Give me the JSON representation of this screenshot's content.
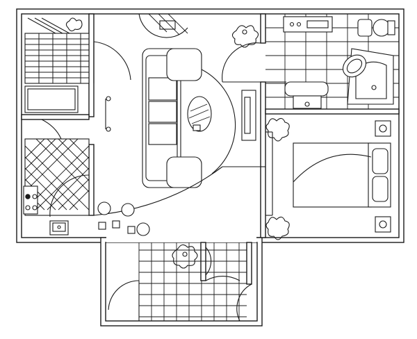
{
  "plan": {
    "style": "black line drawing on white",
    "colors": {
      "line": "#1a1a1a",
      "background": "#ffffff"
    },
    "rooms": [
      "living-room",
      "kitchen",
      "storage-room",
      "bathroom",
      "bedroom",
      "hallway",
      "balcony"
    ],
    "furniture": [
      "sofa",
      "oval-coffee-table",
      "tv-stand",
      "bed",
      "nightstands",
      "bookshelf",
      "kitchen-counter",
      "stove",
      "sink",
      "bathtub",
      "toilet",
      "washbasin",
      "washing-machine",
      "dining-stools",
      "potted-plants"
    ]
  }
}
